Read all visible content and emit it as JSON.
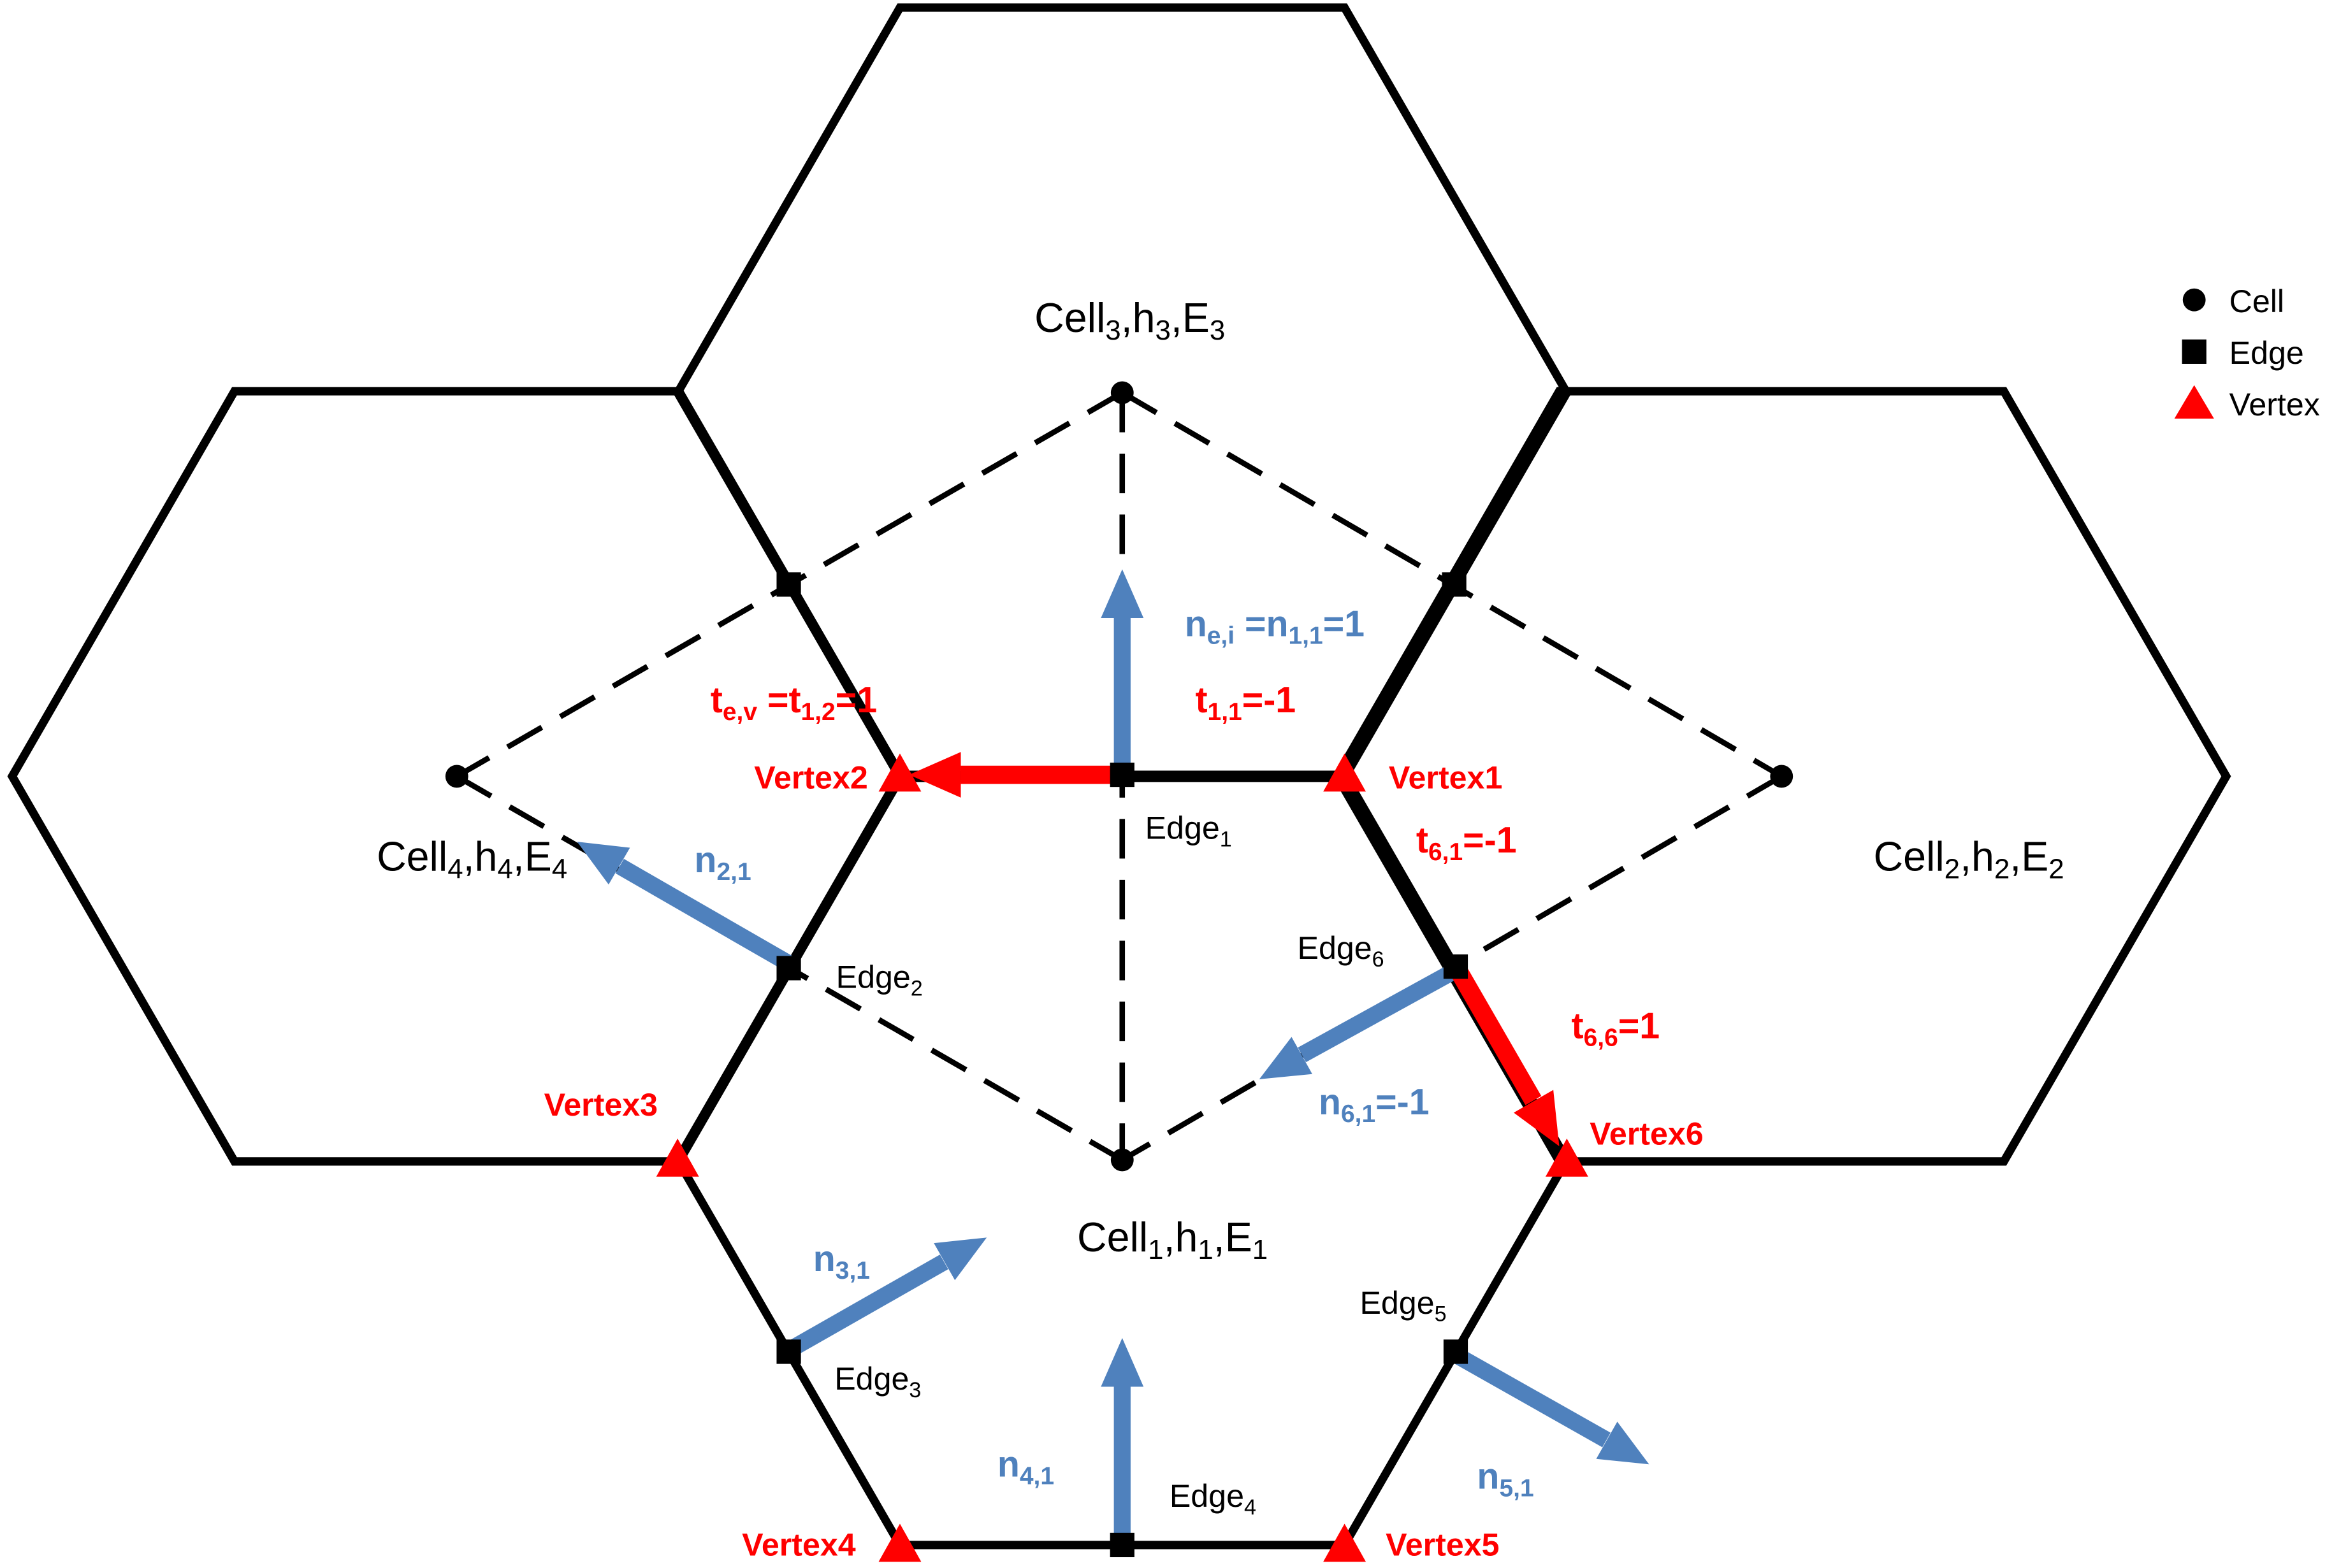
{
  "legend": {
    "items": [
      {
        "name": "cell",
        "label": "Cell"
      },
      {
        "name": "edge",
        "label": "Edge"
      },
      {
        "name": "vertex",
        "label": "Vertex"
      }
    ]
  },
  "cells": {
    "cell1": {
      "label": "Cell_{1},h_{1},E_{1}"
    },
    "cell2": {
      "label": "Cell_{2},h_{2},E_{2}"
    },
    "cell3": {
      "label": "Cell_{3},h_{3},E_{3}"
    },
    "cell4": {
      "label": "Cell_{4},h_{4},E_{4}"
    }
  },
  "edges": {
    "edge1": {
      "label": "Edge_{1}"
    },
    "edge2": {
      "label": "Edge_{2}"
    },
    "edge3": {
      "label": "Edge_{3}"
    },
    "edge4": {
      "label": "Edge_{4}"
    },
    "edge5": {
      "label": "Edge_{5}"
    },
    "edge6": {
      "label": "Edge_{6}"
    }
  },
  "vertices": {
    "vertex1": {
      "label": "Vertex1"
    },
    "vertex2": {
      "label": "Vertex2"
    },
    "vertex3": {
      "label": "Vertex3"
    },
    "vertex4": {
      "label": "Vertex4"
    },
    "vertex5": {
      "label": "Vertex5"
    },
    "vertex6": {
      "label": "Vertex6"
    }
  },
  "annotations": {
    "normal_main": "n_{e,i} =n_{1,1}=1",
    "t11": "t_{1,1}=-1",
    "tangent_main": "t_{e,v} =t_{1,2}=1",
    "n21": "n_{2,1}",
    "t61": "t_{6,1}=-1",
    "t66": "t_{6,6}=1",
    "n61": "n_{6,1}=-1",
    "n31": "n_{3,1}",
    "n41": "n_{4,1}",
    "n51": "n_{5,1}"
  },
  "colors": {
    "vertex_red": "#ff0000",
    "vector_blue": "#4f81bd",
    "line_black": "#000000",
    "background": "#ffffff"
  }
}
